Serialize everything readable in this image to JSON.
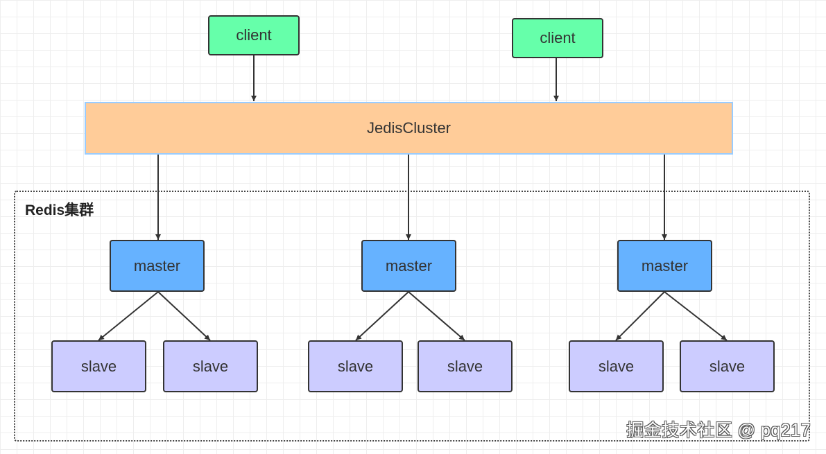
{
  "clients": [
    {
      "label": "client"
    },
    {
      "label": "client"
    }
  ],
  "cluster_client": {
    "label": "JedisCluster"
  },
  "group": {
    "label": "Redis集群"
  },
  "masters": [
    {
      "label": "master",
      "slaves": [
        {
          "label": "slave"
        },
        {
          "label": "slave"
        }
      ]
    },
    {
      "label": "master",
      "slaves": [
        {
          "label": "slave"
        },
        {
          "label": "slave"
        }
      ]
    },
    {
      "label": "master",
      "slaves": [
        {
          "label": "slave"
        },
        {
          "label": "slave"
        }
      ]
    }
  ],
  "watermark": {
    "text": "掘金技术社区 @ pq217"
  },
  "colors": {
    "client_fill": "#66ffaa",
    "cluster_fill": "#ffcc99",
    "cluster_border": "#99ccff",
    "master_fill": "#66b2ff",
    "slave_fill": "#ccccff",
    "stroke": "#333333"
  }
}
